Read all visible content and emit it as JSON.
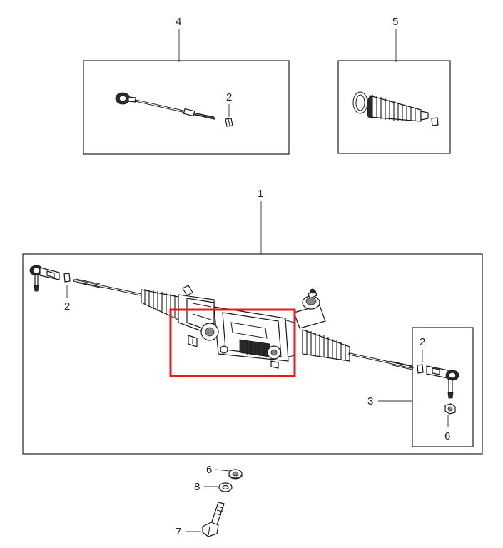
{
  "callouts": {
    "c1": "1",
    "c2_top": "2",
    "c2_left": "2",
    "c2_right": "2",
    "c3": "3",
    "c4": "4",
    "c5": "5",
    "c6_right": "6",
    "c6_bottom": "6",
    "c7": "7",
    "c8": "8"
  },
  "colors": {
    "line": "#1a1a1a",
    "highlight": "#e31b1b",
    "background": "#ffffff"
  }
}
